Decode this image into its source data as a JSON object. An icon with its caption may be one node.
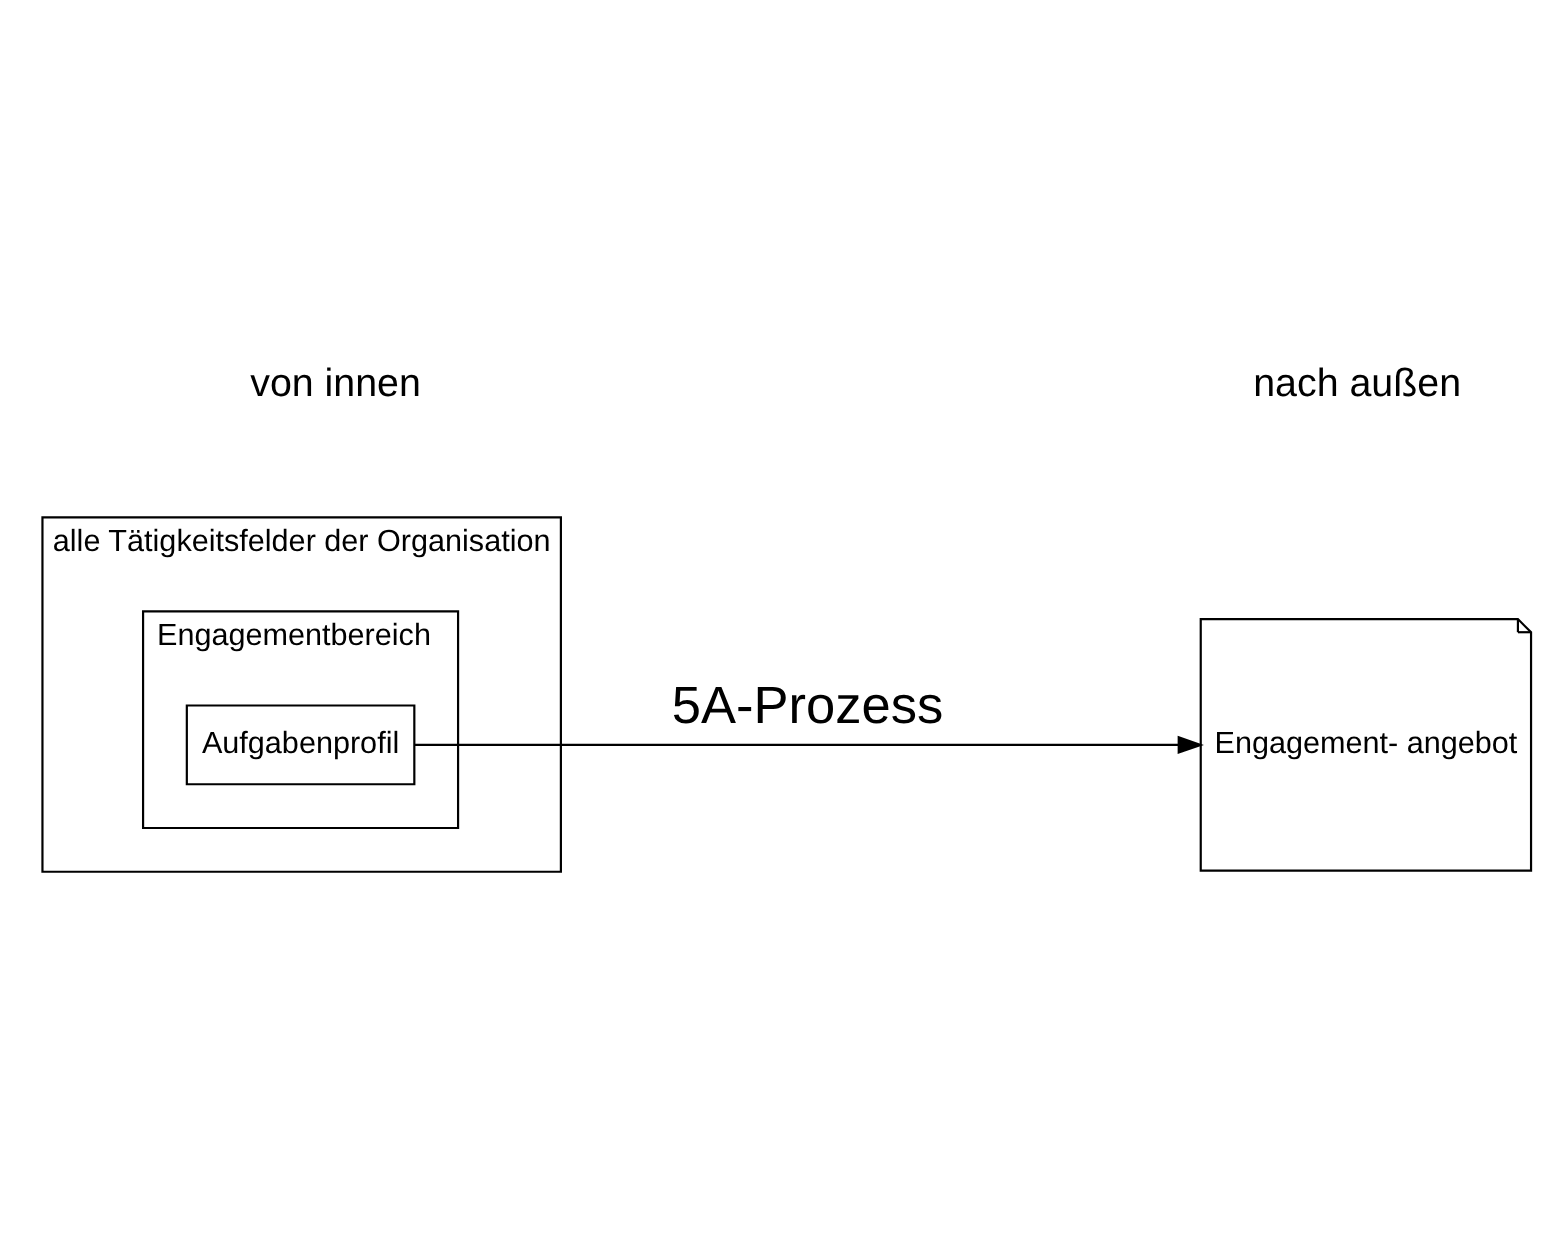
{
  "diagram": {
    "nodes": [
      {
        "text": [
          "alle Tätigkeitsfelder der Organisation"
        ]
      },
      {
        "text": [
          "Engagementbereich"
        ],
        "in": 0
      },
      {
        "text": [
          "Aufgabenprofil"
        ],
        "in": 1
      },
      {
        "text": [
          "Engagement- angebot"
        ]
      }
    ],
    "edges": [
      {
        "from": 2,
        "to": 3,
        "arrow": "to",
        "label": "5A-Prozess"
      }
    ],
    "labels": [
      "von innen",
      "nach außen"
    ]
  }
}
